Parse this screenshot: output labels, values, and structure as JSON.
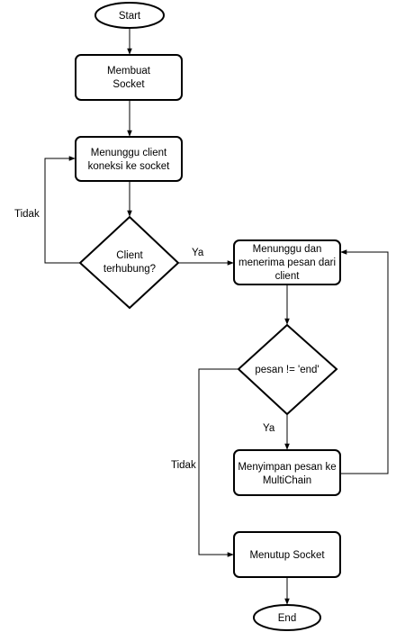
{
  "nodes": {
    "start": {
      "label": "Start"
    },
    "membuat_socket": {
      "line1": "Membuat",
      "line2": "Socket"
    },
    "menunggu_client": {
      "line1": "Menunggu client",
      "line2": "koneksi ke socket"
    },
    "client_terhubung": {
      "line1": "Client",
      "line2": "terhubung?"
    },
    "menunggu_pesan": {
      "line1": "Menunggu dan",
      "line2": "menerima pesan dari",
      "line3": "client"
    },
    "pesan_check": {
      "label": "pesan != 'end'"
    },
    "menyimpan_pesan": {
      "line1": "Menyimpan pesan ke",
      "line2": "MultiChain"
    },
    "menutup_socket": {
      "label": "Menutup Socket"
    },
    "end": {
      "label": "End"
    }
  },
  "edge_labels": {
    "tidak_1": "Tidak",
    "ya_1": "Ya",
    "ya_2": "Ya",
    "tidak_2": "Tidak"
  }
}
